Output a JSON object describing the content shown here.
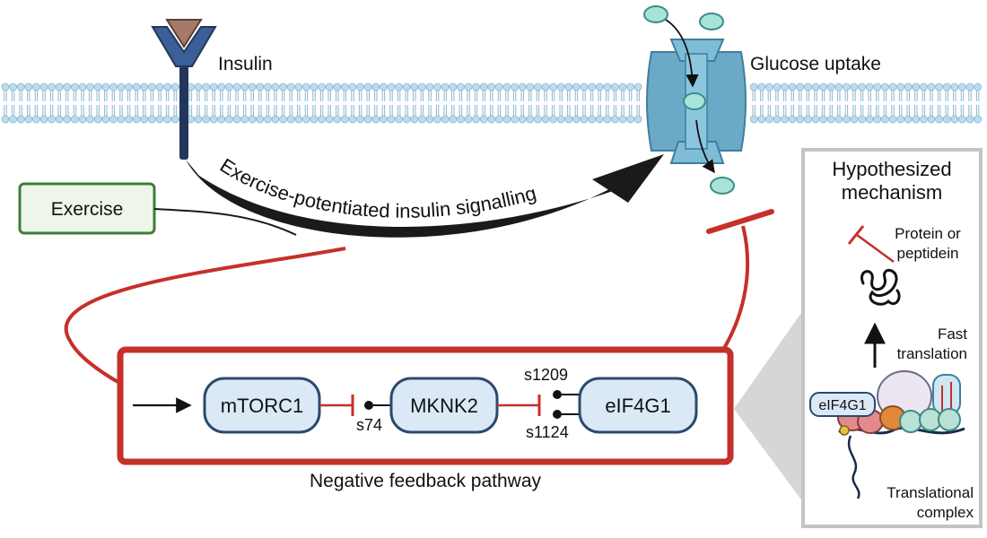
{
  "labels": {
    "insulin": "Insulin",
    "glucose_uptake": "Glucose uptake",
    "exercise": "Exercise",
    "signalling_arrow": "Exercise-potentiated insulin signalling",
    "negative_feedback": "Negative feedback pathway",
    "mechanism_title_line1": "Hypothesized",
    "mechanism_title_line2": "mechanism",
    "protein_line1": "Protein or",
    "protein_line2": "peptidein",
    "fast_line1": "Fast",
    "fast_line2": "translation",
    "complex_line1": "Translational",
    "complex_line2": "complex",
    "complex_eif4g1": "eIF4G1"
  },
  "pathway": {
    "mtorc1": "mTORC1",
    "mknk2": "MKNK2",
    "eif4g1": "eIF4G1",
    "s74": "s74",
    "s1209": "s1209",
    "s1124": "s1124"
  },
  "colors": {
    "membrane_head": "#bcdcee",
    "membrane_tail": "#8ab7d0",
    "receptor": "#3b5f97",
    "receptor_stem": "#22365c",
    "ligand": "#a47a6c",
    "transporter": "#6aaac7",
    "transporter_dark": "#3e7f9e",
    "glucose": "#a8e3d8",
    "glucose_stroke": "#3d8b88",
    "exercise_border": "#3e7d38",
    "exercise_fill": "#eef6ea",
    "inhibition_red": "#c5302a",
    "node_fill": "#dbe9f7",
    "node_stroke": "#2b4a6c",
    "panel_border": "#c4c4c4",
    "arrow_black": "#1a1a1a"
  }
}
